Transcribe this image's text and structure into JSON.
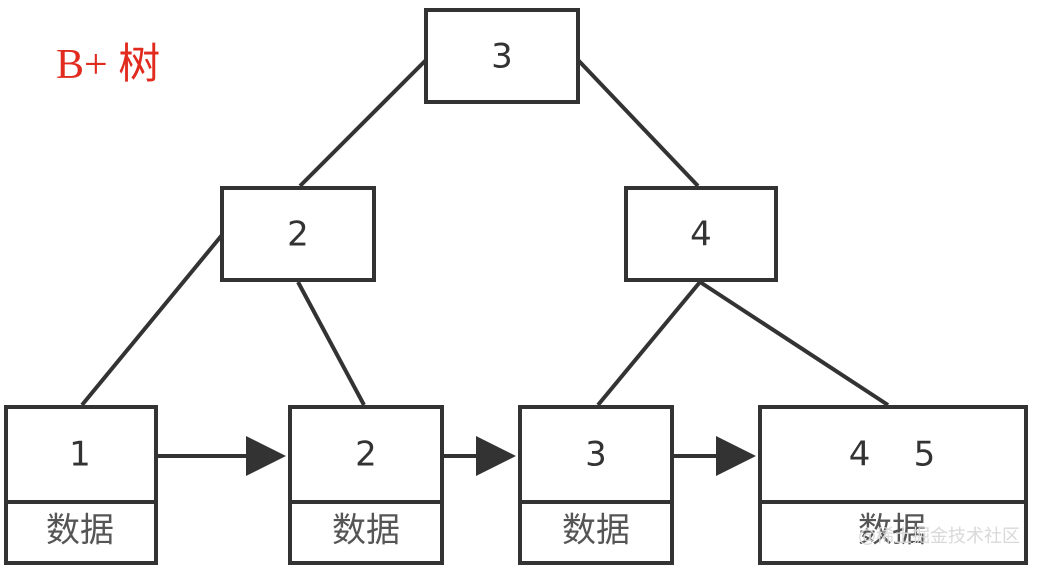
{
  "title": "B+ 树",
  "watermark": "@稀土掘金技术社区",
  "colors": {
    "title": "#e12b1f",
    "stroke": "#333333",
    "text": "#333333"
  },
  "nodes": {
    "root": {
      "keys": "3"
    },
    "internal_left": {
      "keys": "2"
    },
    "internal_right": {
      "keys": "4"
    },
    "leaf_1": {
      "keys": "1",
      "data": "数据"
    },
    "leaf_2": {
      "keys": "2",
      "data": "数据"
    },
    "leaf_3": {
      "keys": "3",
      "data": "数据"
    },
    "leaf_4": {
      "keys": "4    5",
      "data": "数据"
    }
  }
}
